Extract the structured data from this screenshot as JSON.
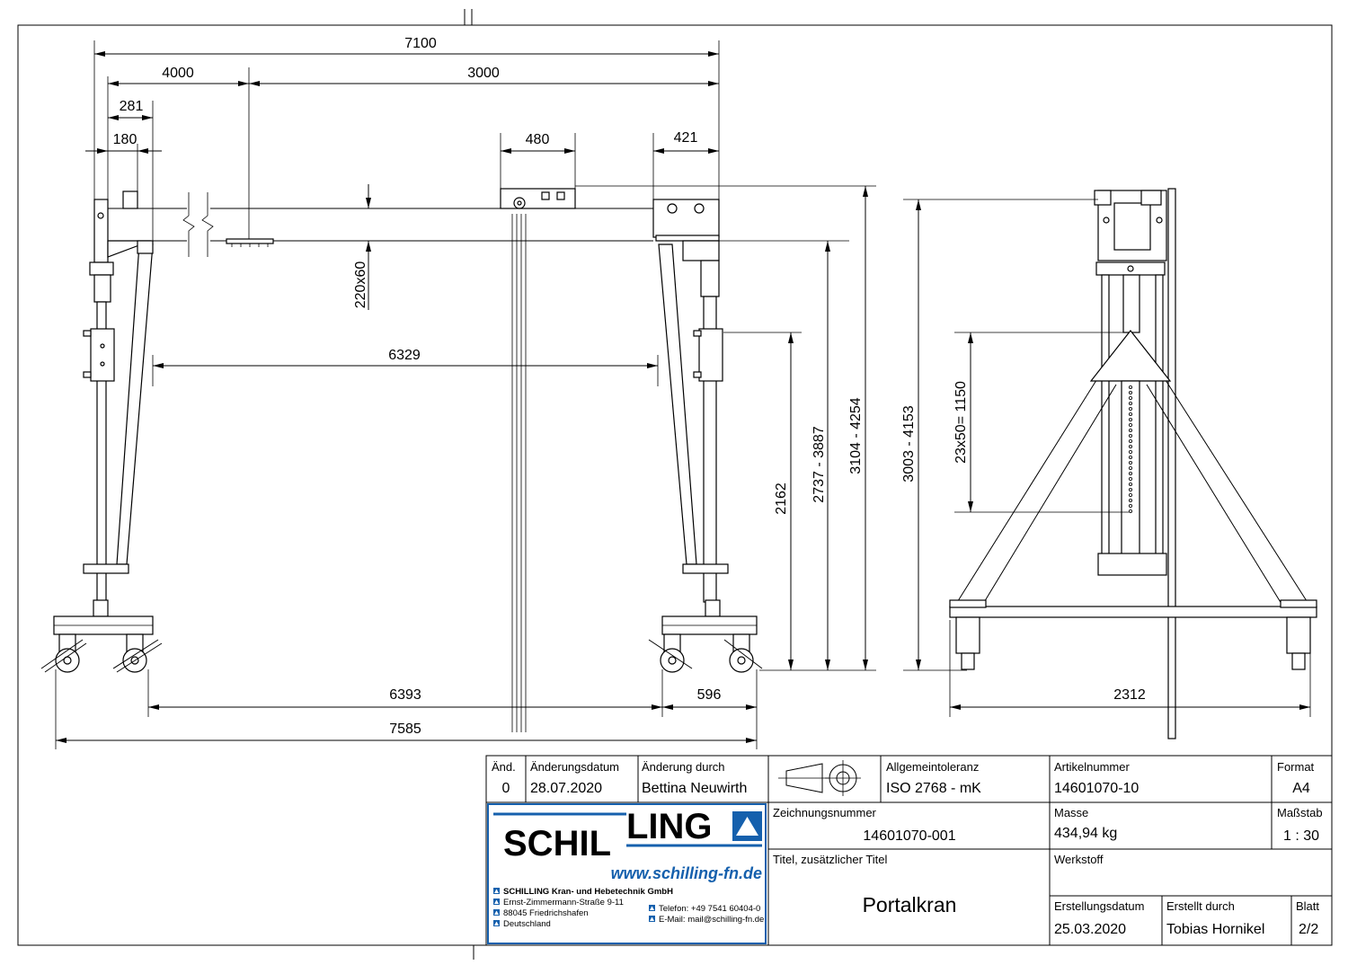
{
  "dimensions": {
    "overall_span": "7100",
    "span_left": "4000",
    "span_right": "3000",
    "left_offset_outer": "281",
    "left_offset_inner": "180",
    "trolley_width": "480",
    "right_head_width": "421",
    "beam_profile": "220x60",
    "clear_width": "6329",
    "hook_height": "2162",
    "beam_height_range": "2737 - 3887",
    "total_height_range": "3104 - 4254",
    "side_height_range": "3003 - 4153",
    "hole_pattern": "23x50= 1150",
    "wheel_track": "6393",
    "base_length": "596",
    "overall_length": "7585",
    "side_width": "2312"
  },
  "title_block": {
    "revision": {
      "label": "Änd.",
      "value": "0"
    },
    "change_date": {
      "label": "Änderungsdatum",
      "value": "28.07.2020"
    },
    "changed_by": {
      "label": "Änderung durch",
      "value": "Bettina Neuwirth"
    },
    "general_tolerance": {
      "label": "Allgemeintoleranz",
      "value": "ISO 2768 - mK"
    },
    "article_number": {
      "label": "Artikelnummer",
      "value": "14601070-10"
    },
    "format": {
      "label": "Format",
      "value": "A4"
    },
    "drawing_number": {
      "label": "Zeichnungsnummer",
      "value": "14601070-001"
    },
    "mass": {
      "label": "Masse",
      "value": "434,94 kg"
    },
    "scale": {
      "label": "Maßstab",
      "value": "1 : 30"
    },
    "title": {
      "label": "Titel, zusätzlicher Titel",
      "value": "Portalkran"
    },
    "material": {
      "label": "Werkstoff"
    },
    "created_date": {
      "label": "Erstellungsdatum",
      "value": "25.03.2020"
    },
    "created_by": {
      "label": "Erstellt durch",
      "value": "Tobias Hornikel"
    },
    "sheet": {
      "label": "Blatt",
      "value": "2/2"
    }
  },
  "company": {
    "logo_text_left": "SCHIL",
    "logo_text_right": "LING",
    "website": "www.schilling-fn.de",
    "name": "SCHILLING Kran- und Hebetechnik GmbH",
    "street": "Ernst-Zimmermann-Straße 9-11",
    "city": "88045 Friedrichshafen",
    "country": "Deutschland",
    "phone": "Telefon: +49 7541 60404-0",
    "email": "E-Mail: mail@schilling-fn.de",
    "logo_icon": "triangle-icon"
  },
  "colors": {
    "brand_blue": "#1560ad",
    "line": "#000000"
  }
}
